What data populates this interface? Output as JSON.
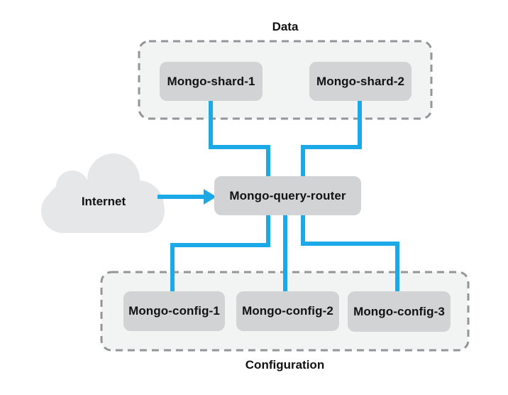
{
  "diagram": {
    "title_hint": "MongoDB sharded cluster architecture",
    "internet": {
      "label": "Internet"
    },
    "router": {
      "label": "Mongo-query-router"
    },
    "groups": {
      "data": {
        "label": "Data",
        "nodes": [
          {
            "label": "Mongo-shard-1"
          },
          {
            "label": "Mongo-shard-2"
          }
        ]
      },
      "configuration": {
        "label": "Configuration",
        "nodes": [
          {
            "label": "Mongo-config-1"
          },
          {
            "label": "Mongo-config-2"
          },
          {
            "label": "Mongo-config-3"
          }
        ]
      }
    },
    "colors": {
      "connector": "#1BA9E8",
      "node_fill": "#D1D3D4",
      "group_fill": "#F2F3F3",
      "group_border": "#939598",
      "cloud_fill": "#E6E7E8",
      "text": "#121212",
      "background": "#FFFFFF"
    }
  }
}
